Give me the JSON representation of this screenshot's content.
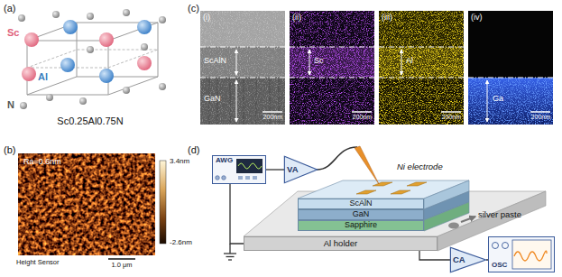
{
  "diagram": {
    "nodes": [
      {
        "text": [
          "AWG"
        ]
      },
      {
        "text": [
          "VA"
        ]
      },
      {
        "text": [
          "ScAlN"
        ]
      },
      {
        "text": [
          "GaN"
        ]
      },
      {
        "text": [
          "Sapphire"
        ]
      },
      {
        "text": [
          "Al holder"
        ]
      },
      {
        "text": [
          "CA"
        ]
      },
      {
        "text": [
          "OSC"
        ]
      }
    ],
    "edges": [
      {
        "from": 0,
        "to": 1,
        "arrow": "none"
      },
      {
        "from": 0,
        "to": 5,
        "arrow": "none"
      },
      {
        "from": 5,
        "to": 6,
        "arrow": "none"
      },
      {
        "from": 6,
        "to": 7,
        "arrow": "none"
      }
    ],
    "labels": [
      "(a)",
      "Sc",
      "Al",
      "N",
      "Sc0.25Al0.75N",
      "(b)",
      "Ra=0.6nm",
      "3.4nm",
      "-2.6nm",
      "Height Sensor",
      "1.0 μm",
      "(c)",
      "(i)",
      "ScAlN",
      "GaN",
      "200nm",
      "(ii)",
      "Sc",
      "200nm",
      "(iii)",
      "Al",
      "200nm",
      "(iv)",
      "Ga",
      "200nm",
      "(d)",
      "Ni electrode",
      "silver paste"
    ]
  }
}
